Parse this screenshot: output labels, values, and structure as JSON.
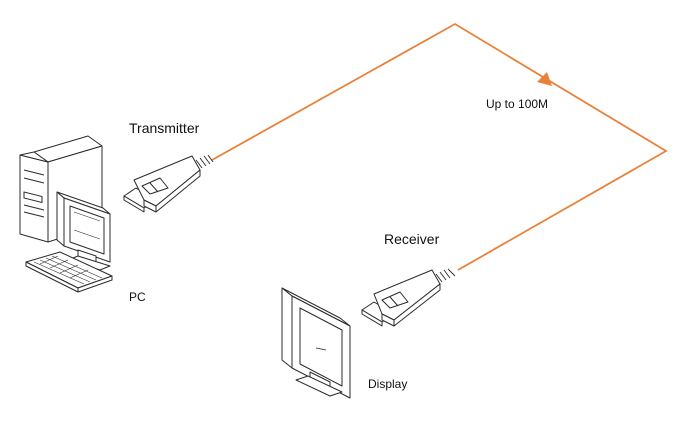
{
  "labels": {
    "transmitter": "Transmitter",
    "receiver": "Receiver",
    "distance": "Up to 100M",
    "pc": "PC",
    "display": "Display"
  },
  "colors": {
    "cable": "#E8823A",
    "outline": "#2b2b2b",
    "text": "#111111"
  },
  "icons": [
    "pc-tower-icon",
    "monitor-icon",
    "keyboard-icon",
    "display-monitor-icon",
    "transmitter-connector-icon",
    "receiver-connector-icon",
    "direction-arrow-icon"
  ]
}
